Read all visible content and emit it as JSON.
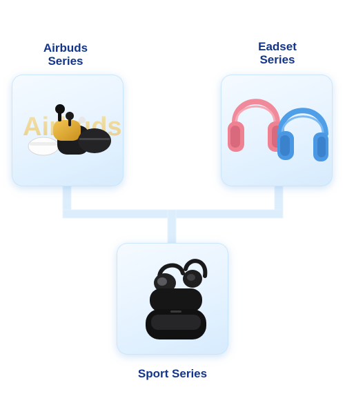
{
  "diagram": {
    "airbuds": {
      "title_line1": "Airbuds",
      "title_line2": "Series",
      "image_icon": "earbuds-product-icon",
      "watermark_text": "Airbuds"
    },
    "headset": {
      "title_line1": "Eadset",
      "title_line2": "Series",
      "image_icon": "headphones-product-icon"
    },
    "sport": {
      "title": "Sport Series",
      "image_icon": "open-ear-earbuds-product-icon"
    }
  },
  "colors": {
    "title_text": "#12358a",
    "connector": "#d9ecfd",
    "card_bg": "#e6f3ff",
    "headphone_pink": "#f08a9b",
    "headphone_blue": "#4f9ee8"
  }
}
